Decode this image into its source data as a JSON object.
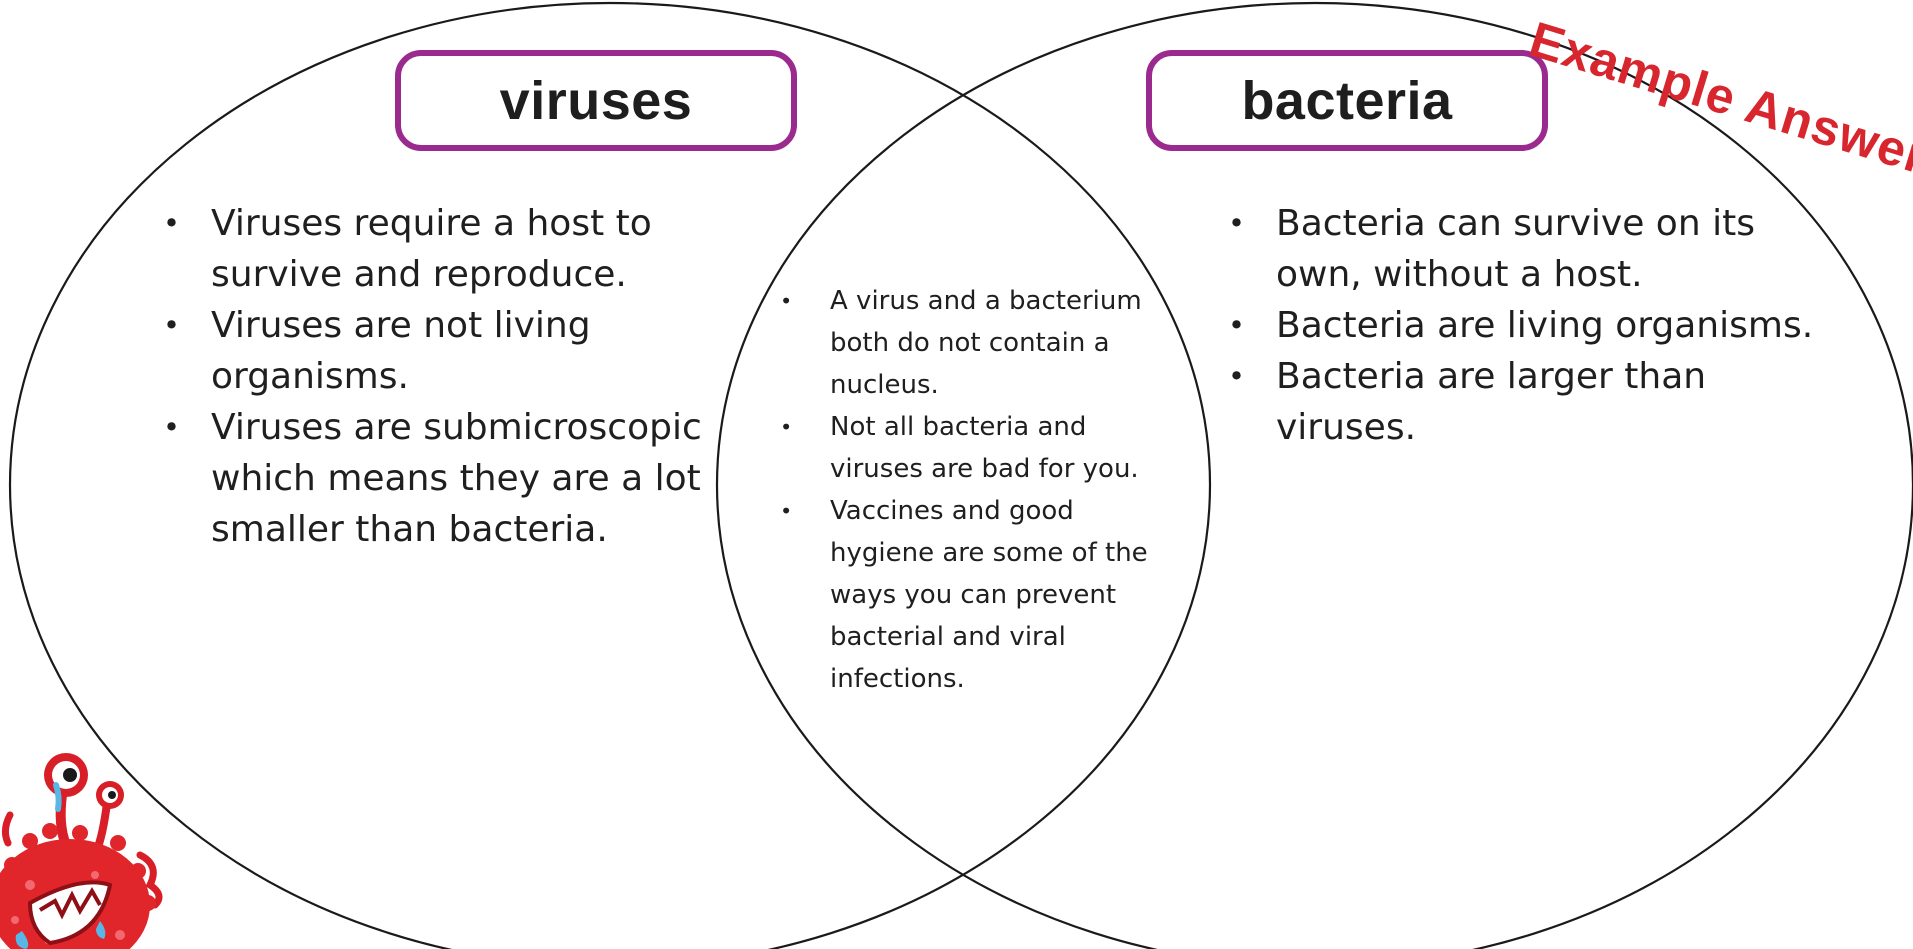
{
  "stamp_text": "Example Answer",
  "left_circle": {
    "title": "viruses",
    "facts": [
      "Viruses require a host to survive and reproduce.",
      "Viruses are not living organisms.",
      "Viruses are submicroscopic which means they are a lot smaller than bacteria."
    ]
  },
  "overlap": {
    "facts": [
      "A virus and a bacterium both do not contain a nucleus.",
      "Not all bacteria and viruses are bad for you.",
      "Vaccines and good hygiene are some of the ways you can prevent bacterial and viral infections."
    ]
  },
  "right_circle": {
    "title": "bacteria",
    "facts": [
      "Bacteria can survive on its own, without a host.",
      "Bacteria are living organisms.",
      "Bacteria are larger than viruses."
    ]
  },
  "colors": {
    "title_border": "#9b2a8e",
    "stamp": "#d8262f",
    "circle_outline": "#1a1a1a",
    "germ_body": "#e0262b"
  },
  "icons": {
    "germ": "cartoon-germ-icon"
  }
}
